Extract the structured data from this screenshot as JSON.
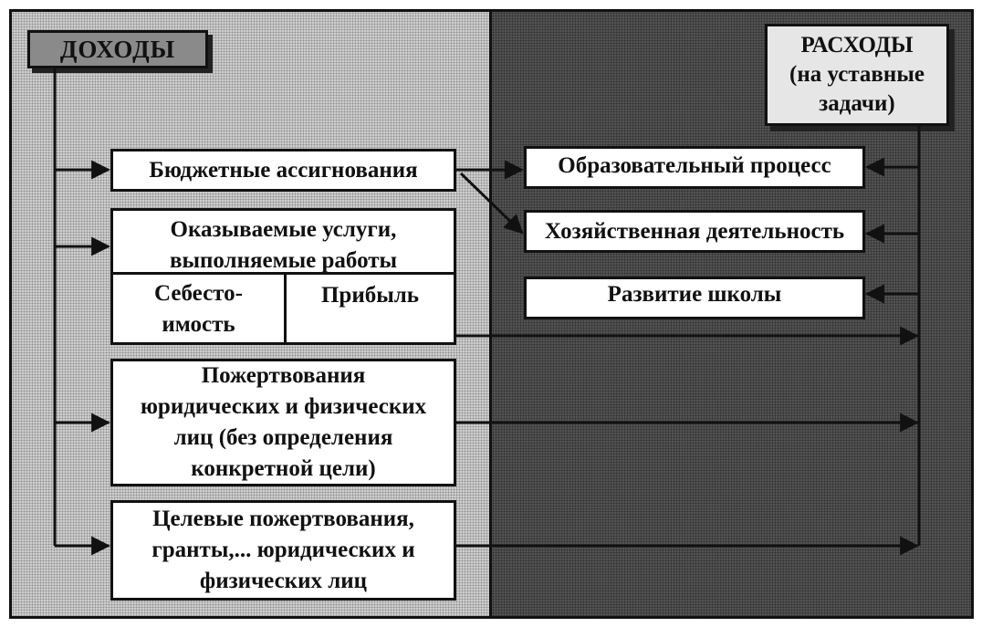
{
  "income": {
    "title": "ДОХОДЫ"
  },
  "expenses": {
    "title_lines": [
      "РАСХОДЫ",
      "(на уставные",
      "задачи)"
    ]
  },
  "sources": {
    "budget": "Бюджетные ассигнования",
    "services_lines": [
      "Оказываемые услуги,",
      "выполняемые работы"
    ],
    "cost_lines": [
      "Себесто-",
      "имость"
    ],
    "profit": "Прибыль",
    "donations_lines": [
      "Пожертвования",
      "юридических и физических",
      "лиц (без определения",
      "конкретной цели)"
    ],
    "targeted_lines": [
      "Целевые пожертвования,",
      "гранты,... юридических и",
      "физических лиц"
    ]
  },
  "uses": {
    "education": "Образовательный процесс",
    "economic": "Хозяйственная деятельность",
    "development": "Развитие школы"
  }
}
